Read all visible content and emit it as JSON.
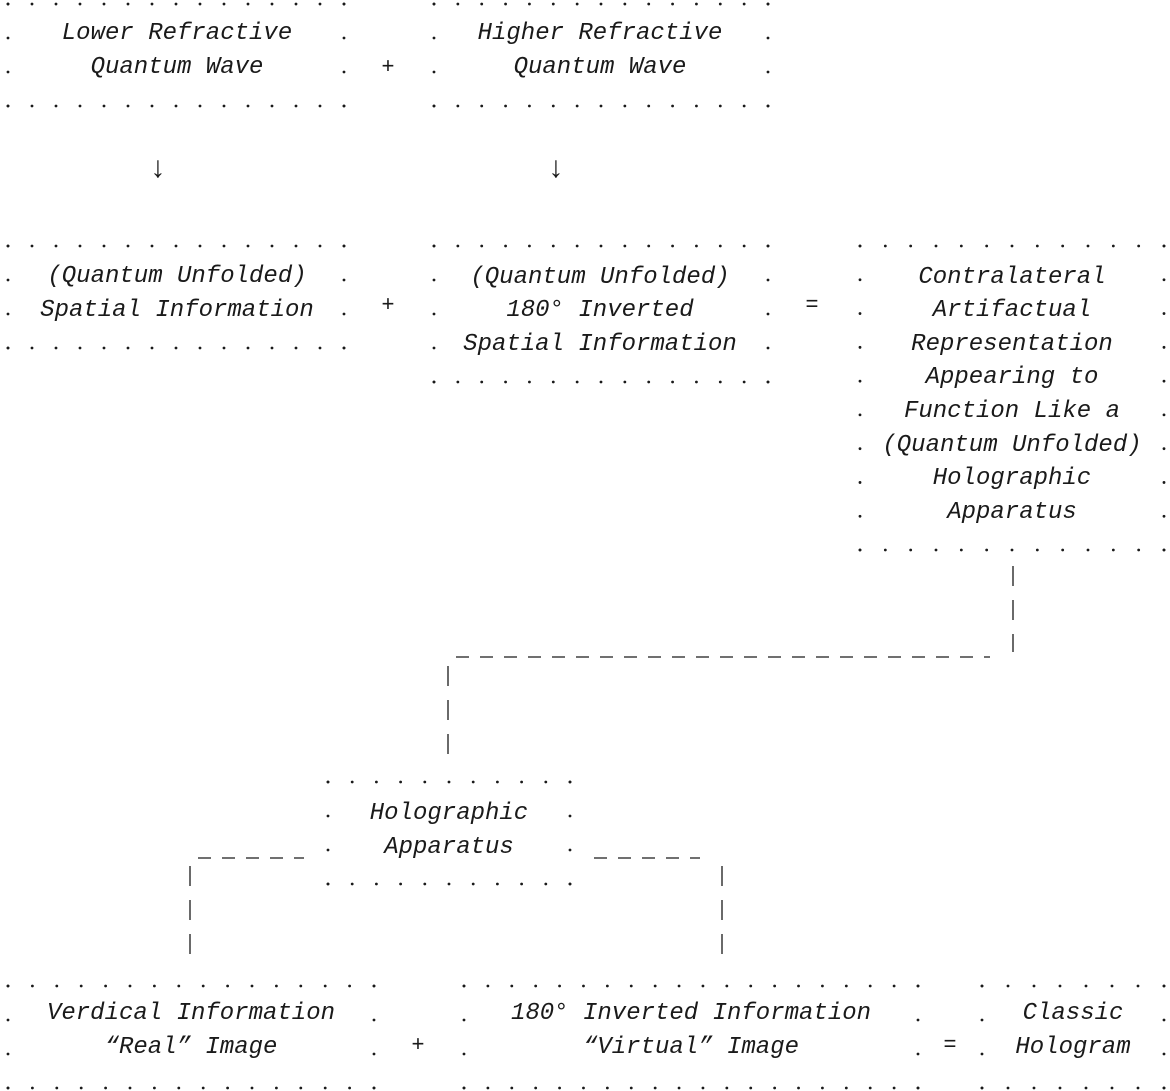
{
  "boxes": {
    "lower_wave": [
      "Lower Refractive",
      "Quantum Wave"
    ],
    "higher_wave": [
      "Higher Refractive",
      "Quantum Wave"
    ],
    "spatial_info": [
      "(Quantum Unfolded)",
      "Spatial Information"
    ],
    "inverted_spatial_info": [
      "(Quantum Unfolded)",
      "180° Inverted",
      "Spatial Information"
    ],
    "contralateral": [
      "Contralateral",
      "Artifactual",
      "Representation",
      "Appearing to",
      "Function Like a",
      "(Quantum Unfolded)",
      "Holographic",
      "Apparatus"
    ],
    "holographic_apparatus": [
      "Holographic",
      "Apparatus"
    ],
    "verdical_info": [
      "Verdical Information",
      "“Real” Image"
    ],
    "inverted_info": [
      "180° Inverted Information",
      "“Virtual” Image"
    ],
    "classic_hologram": [
      "Classic",
      "Hologram"
    ]
  },
  "operators": {
    "plus": "+",
    "equals": "=",
    "arrow_down": "↓"
  },
  "colors": {
    "ink": "#1a1a1a"
  }
}
